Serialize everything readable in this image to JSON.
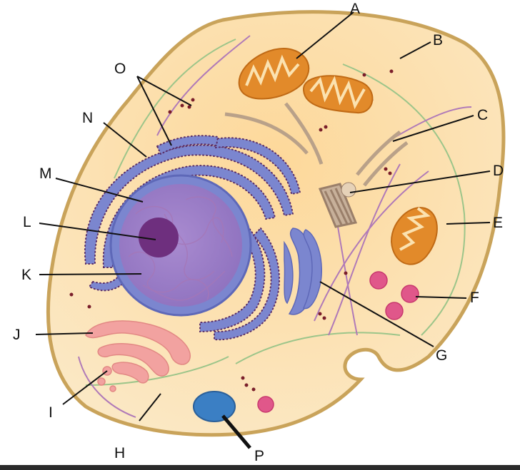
{
  "labels": {
    "A": "A",
    "B": "B",
    "C": "C",
    "D": "D",
    "E": "E",
    "F": "F",
    "G": "G",
    "H": "H",
    "I": "I",
    "J": "J",
    "K": "K",
    "L": "L",
    "M": "M",
    "N": "N",
    "O": "O",
    "P": "P"
  },
  "colors": {
    "cytoplasm": "#fbe2b0",
    "membrane": "#c9a35a",
    "nucleus": "#9b7fc4",
    "nucleolus": "#6e2f7e",
    "er": "#7b86cf",
    "mitochondria": "#e28a2a",
    "golgi_pink": "#f2a2a0",
    "lysosome": "#e0578a",
    "vacuole": "#3b7fc4",
    "cytoskeleton_green": "#9cc58a",
    "cytoskeleton_purple": "#b07ab8"
  }
}
